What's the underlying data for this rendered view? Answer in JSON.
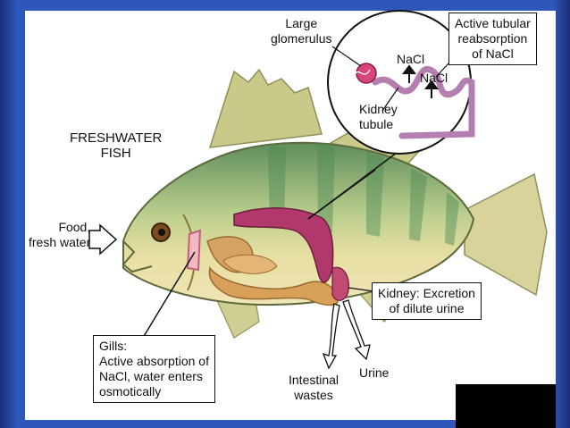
{
  "title": [
    "FRESHWATER",
    "FISH"
  ],
  "labels": {
    "large_glomerulus": [
      "Large",
      "glomerulus"
    ],
    "nacl_1": "NaCl",
    "nacl_2": "NaCl",
    "kidney_tubule": [
      "Kidney",
      "tubule"
    ],
    "food": [
      "Food,",
      "fresh water"
    ],
    "intestinal_wastes": [
      "Intestinal",
      "wastes"
    ],
    "urine": "Urine"
  },
  "boxes": {
    "active_tubular": [
      "Active tubular",
      "reabsorption",
      "of NaCl"
    ],
    "kidney_excretion": [
      "Kidney: Excretion",
      "of dilute urine"
    ],
    "gills": [
      "Gills:",
      "Active absorption of",
      "NaCl, water enters",
      "osmotically"
    ]
  },
  "colors": {
    "background": "#2d57b8",
    "fish_body": "#e9dfa2",
    "fish_green": "#7aa878",
    "kidney": "#b0386a",
    "gut": "#d9a05a",
    "tubule": "#b47fb0"
  }
}
